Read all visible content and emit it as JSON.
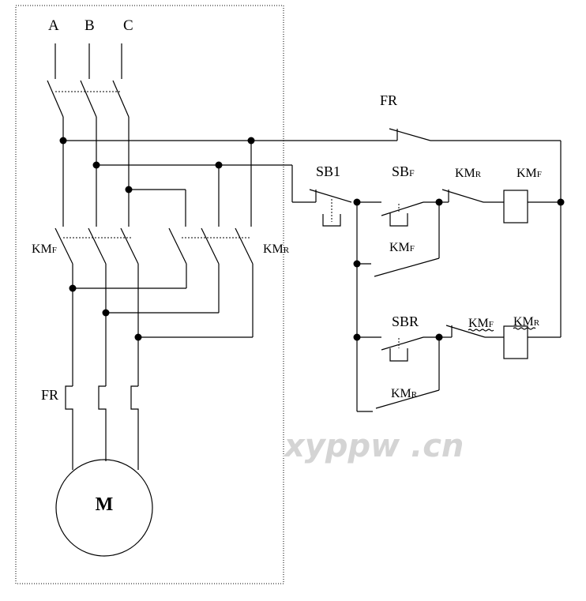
{
  "phases": [
    "A",
    "B",
    "C"
  ],
  "main_circuit": {
    "forward_contactor": {
      "main": "KM",
      "sub": "F"
    },
    "reverse_contactor": {
      "main": "KM",
      "sub": "R"
    },
    "overload_relay": "FR",
    "motor": "M"
  },
  "control_circuit": {
    "overload_contact": "FR",
    "stop_button": "SB1",
    "forward_button": {
      "main": "SB",
      "sub": "F"
    },
    "reverse_button": "SBR",
    "row1_interlock": {
      "main": "KM",
      "sub": "R"
    },
    "row1_coil": {
      "main": "KM",
      "sub": "F"
    },
    "row1_hold": {
      "main": "KM",
      "sub": "F"
    },
    "row2_interlock": {
      "main": "KM",
      "sub": "F"
    },
    "row2_coil": {
      "main": "KM",
      "sub": "R"
    },
    "row2_hold": {
      "main": "KM",
      "sub": "R"
    }
  },
  "watermark": "xyppw .cn"
}
